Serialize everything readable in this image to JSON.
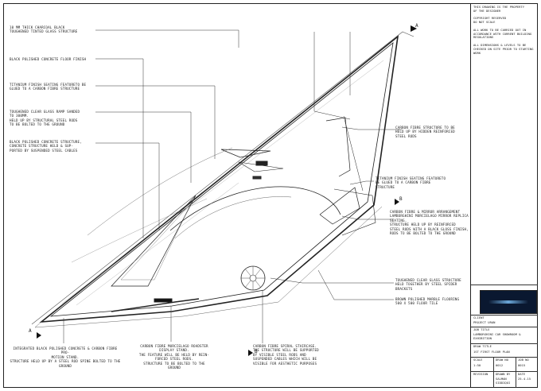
{
  "notes": {
    "glass_roof": "10 MM THICK CHARCOAL BLACK\nTOUGHENED TINTED GLASS STRUCTURE",
    "floor_finish": "BLACK POLISHED CONCRETE FLOOR FINISH",
    "titanium_left": "TITANIUM FINISH SEATING FEATURETO BE\nGLUED TO A CARBON FIBRE STRUCTURE",
    "ramp": "TOUGHENED CLEAR GLASS RAMP SANDED\nTO 300MM.\nHELD UP BY STRUCTURAL STEEL RODS\nTO BE BOLTED TO THE GROUND",
    "concrete_structure": "BLACK POLISHED CONCRETE STRUCTURE,\nCONCRETE STRUCTURE HELD & SUP-\nPORTED BY SUSPENDED STEEL CABLES",
    "carbon_fibre": "CARBON FIBRE STRUCTURE TO BE\nHELD UP BY HIDDEN REINFORCED\nSTEEL RODS",
    "titanium_right": "TITANIUM FINISH SEATING FEATURETO\nBE GLUED TO A CARBON FIBRE\nSTRUCTURE",
    "carbon_mirror": "CARBON FIBRE & MIRROR ARRANGEMENT\nLAMBORGHINI MURCIELAGO MIRROR REPLICA\nSEATING.\nSTRUCTURE HELD UP BY REINFORCED\nSTEEL RODS WITH A BLACK GLOSS FINISH,\nRODS TO BE BOLTED TO THE GROUND",
    "clear_glass": "TOUGHENED CLEAR GLASS STRUCTURE\nHELD TOGETHER BY STEEL SPIDER\nBRACKETS",
    "marble": "BROWN POLISHED MARBLE FLOORING\n500 X 500 FLOOR TILE",
    "bottom_integrated": "INTEGRATED BLACK POLISHED CONCRETE & CARBON FIBRE PRO-\nMOTION STAND.\nSTRUCTURE HELD UP BY A STEEL ROD SPINE BOLTED TO THE\nGROUND",
    "bottom_murcielago": "CARBON FIBRE MURCIELAGO ROADSTER\nDISPLAY STAND.\nTHE FEATURE WILL BE HELD BY REIN-\nFORCED STEEL RODS.\nSTRUCTURE TO BE BOLTED TO THE\nGROUND",
    "bottom_stairs": "CARBON FIBRE SPIRAL STAIRCASE.\nTHE STRUCTURE WILL BE SUPPORTED\nBY VISIBLE STEEL RODS AND\nSUSPENDED CABLES WHICH WILL BE\nVISIBLE FOR AESTHETIC PURPOSES"
  },
  "title_block": {
    "disclaimer": "THIS DRAWING IS THE PROPERTY\nOF THE DESIGNER\n\nCOPYRIGHT RESERVED\nDO NOT SCALE\n\nALL WORK TO BE CARRIED OUT IN\nACCORDANCE WITH CURRENT BUILDING\nREGULATIONS\n\nALL DIMENSIONS & LEVELS TO BE\nCHECKED ON SITE PRIOR TO STARTING\nWORK",
    "client_label": "CLIENT",
    "client_value": "PROJECT URAN",
    "job_title_label": "JOB TITLE",
    "job_title_value": "LAMBORGHINI CAR SHOWROOM &\nEXHIBITION",
    "drawing_title_label": "DRAW TITLE",
    "drawing_title_value": "1ST FIRST FLOOR PLAN",
    "scale_label": "SCALE",
    "scale_value": "1:50",
    "drawing_no_label": "DRAW NO",
    "drawing_no_value": "0012",
    "job_no_label": "JOB NO",
    "job_no_value": "0015",
    "revision_label": "REVISION",
    "drawn_by_label": "DRAWN BY",
    "drawn_by_value": "SALMAN\nSIDDIQUI",
    "date_label": "DATE",
    "date_value": "25.4.15"
  },
  "section_markers": [
    "A",
    "B",
    "A",
    "B"
  ]
}
